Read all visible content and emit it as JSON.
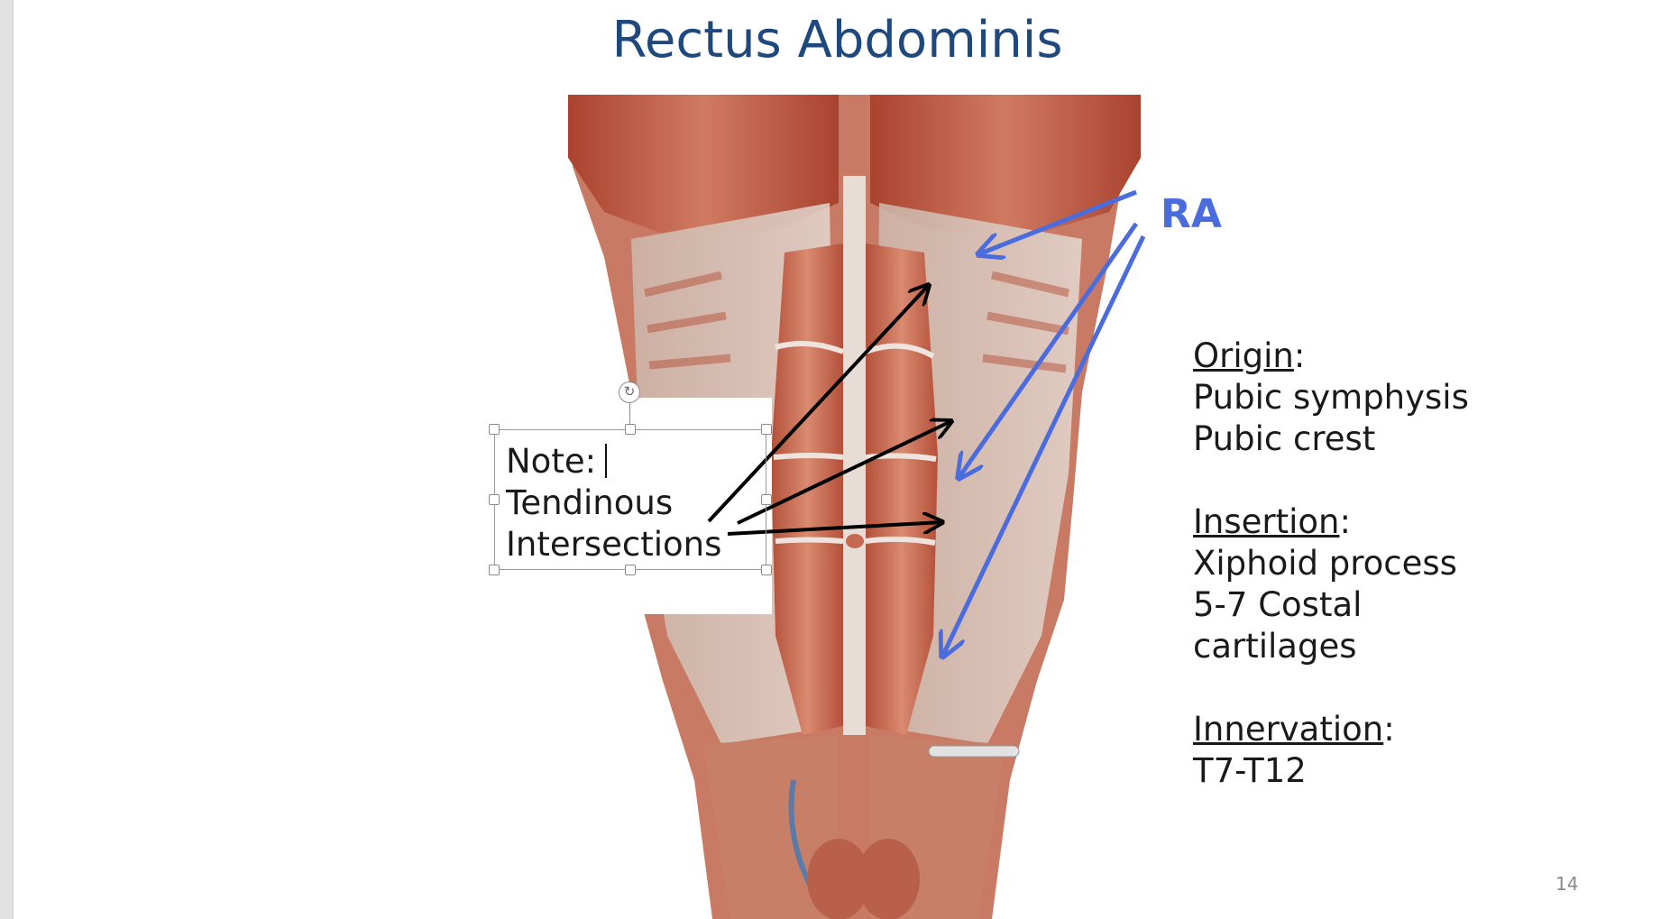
{
  "slide": {
    "title": "Rectus Abdominis",
    "slide_number": "14"
  },
  "callout": {
    "label": "RA"
  },
  "info": {
    "origin": {
      "heading": "Origin",
      "items": [
        "Pubic symphysis",
        "Pubic crest"
      ]
    },
    "insertion": {
      "heading": "Insertion",
      "items": [
        "Xiphoid process",
        "5-7 Costal",
        "cartilages"
      ]
    },
    "innervation": {
      "heading": "Innervation",
      "items": [
        "T7-T12"
      ]
    }
  },
  "note_box": {
    "line1": "Note:",
    "line2": "Tendinous",
    "line3": "Intersections"
  },
  "icons": {
    "rotate": "rotate-icon"
  },
  "colors": {
    "title": "#1f497d",
    "callout": "#4a6cdc",
    "muscle": "#c0604a"
  }
}
